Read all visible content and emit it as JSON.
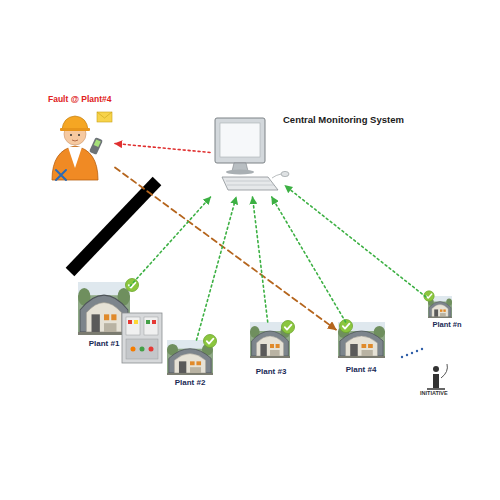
{
  "diagram": {
    "nodes": [
      {
        "text": [
          "Central Monitoring System"
        ]
      },
      {
        "text": [
          "Fault @ Plant#4"
        ]
      },
      {
        "text": [
          "Plant #1"
        ]
      },
      {
        "text": [
          "Plant #2"
        ]
      },
      {
        "text": [
          "Plant #3"
        ]
      },
      {
        "text": [
          "Plant #4"
        ]
      },
      {
        "text": [
          "Plant #n"
        ]
      }
    ],
    "edges": [
      {
        "from": 0,
        "to": 1,
        "arrow": "to"
      },
      {
        "from": 1,
        "to": 5,
        "arrow": "to"
      },
      {
        "from": 2,
        "to": 0,
        "arrow": "to"
      },
      {
        "from": 3,
        "to": 0,
        "arrow": "to"
      },
      {
        "from": 4,
        "to": 0,
        "arrow": "to"
      },
      {
        "from": 5,
        "to": 0,
        "arrow": "to"
      },
      {
        "from": 6,
        "to": 0,
        "arrow": "to"
      }
    ],
    "labels": [
      "INITIATIVE"
    ]
  }
}
